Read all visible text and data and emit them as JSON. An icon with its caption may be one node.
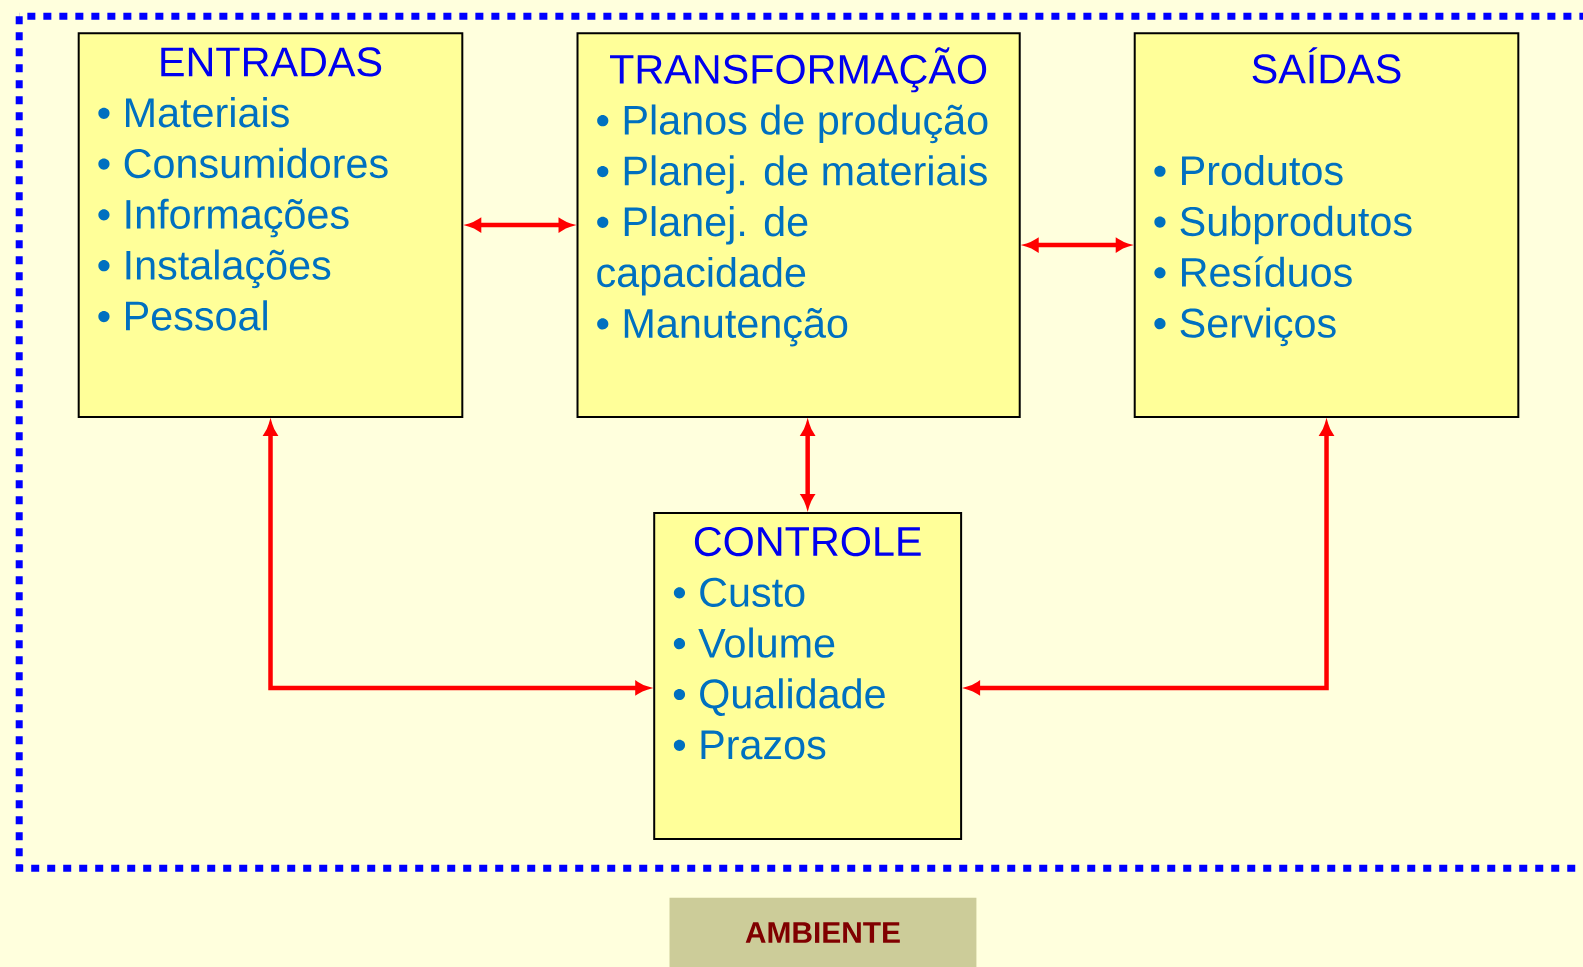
{
  "diagram": {
    "nodes": [
      {
        "text": [
          "ENTRADAS",
          "• Materiais",
          "• Consumidores",
          "• Informações",
          "• Instalações",
          "• Pessoal"
        ]
      },
      {
        "text": [
          "TRANSFORMAÇÃO",
          "• Planos de produção",
          "• Planej. de materiais",
          "• Planej. de capacidade",
          "• Manutenção"
        ]
      },
      {
        "text": [
          "SAÍDAS",
          "• Produtos",
          "• Subprodutos",
          "• Resíduos",
          "• Serviços"
        ]
      },
      {
        "text": [
          "CONTROLE",
          "• Custo",
          "• Volume",
          "• Qualidade",
          "• Prazos"
        ]
      },
      {
        "text": [
          "AMBIENTE"
        ]
      }
    ],
    "edges": [
      {
        "from": 0,
        "to": 1,
        "arrow": "both"
      },
      {
        "from": 1,
        "to": 2,
        "arrow": "both"
      },
      {
        "from": 1,
        "to": 3,
        "arrow": "both"
      },
      {
        "from": 0,
        "to": 3,
        "arrow": "both"
      },
      {
        "from": 2,
        "to": 3,
        "arrow": "both"
      }
    ]
  }
}
